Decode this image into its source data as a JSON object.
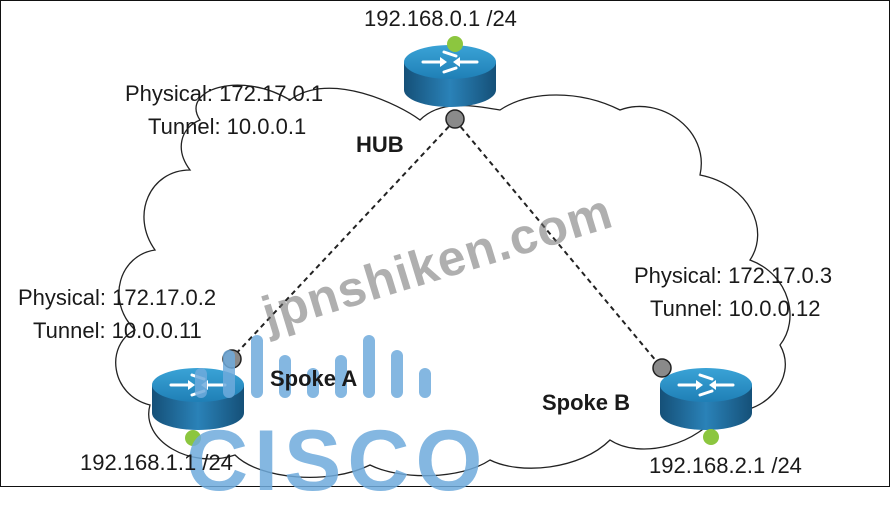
{
  "hub": {
    "lan": "192.168.0.1 /24",
    "physical": "Physical: 172.17.0.1",
    "tunnel": "Tunnel: 10.0.0.1",
    "name": "HUB"
  },
  "spoke_a": {
    "physical": "Physical: 172.17.0.2",
    "tunnel": "Tunnel: 10.0.0.11",
    "name": "Spoke A",
    "lan": "192.168.1.1 /24"
  },
  "spoke_b": {
    "physical": "Physical: 172.17.0.3",
    "tunnel": "Tunnel: 10.0.0.12",
    "name": "Spoke B",
    "lan": "192.168.2.1 /24"
  },
  "watermark": "jpnshiken.com",
  "logo_text": "CISCO",
  "colors": {
    "router_top": "#2c8fc4",
    "router_side": "#1a5f8c",
    "lan_dot": "#8cc63f",
    "tunnel_dot": "#8a8a8a",
    "cisco_blue": "#6eaadc"
  }
}
